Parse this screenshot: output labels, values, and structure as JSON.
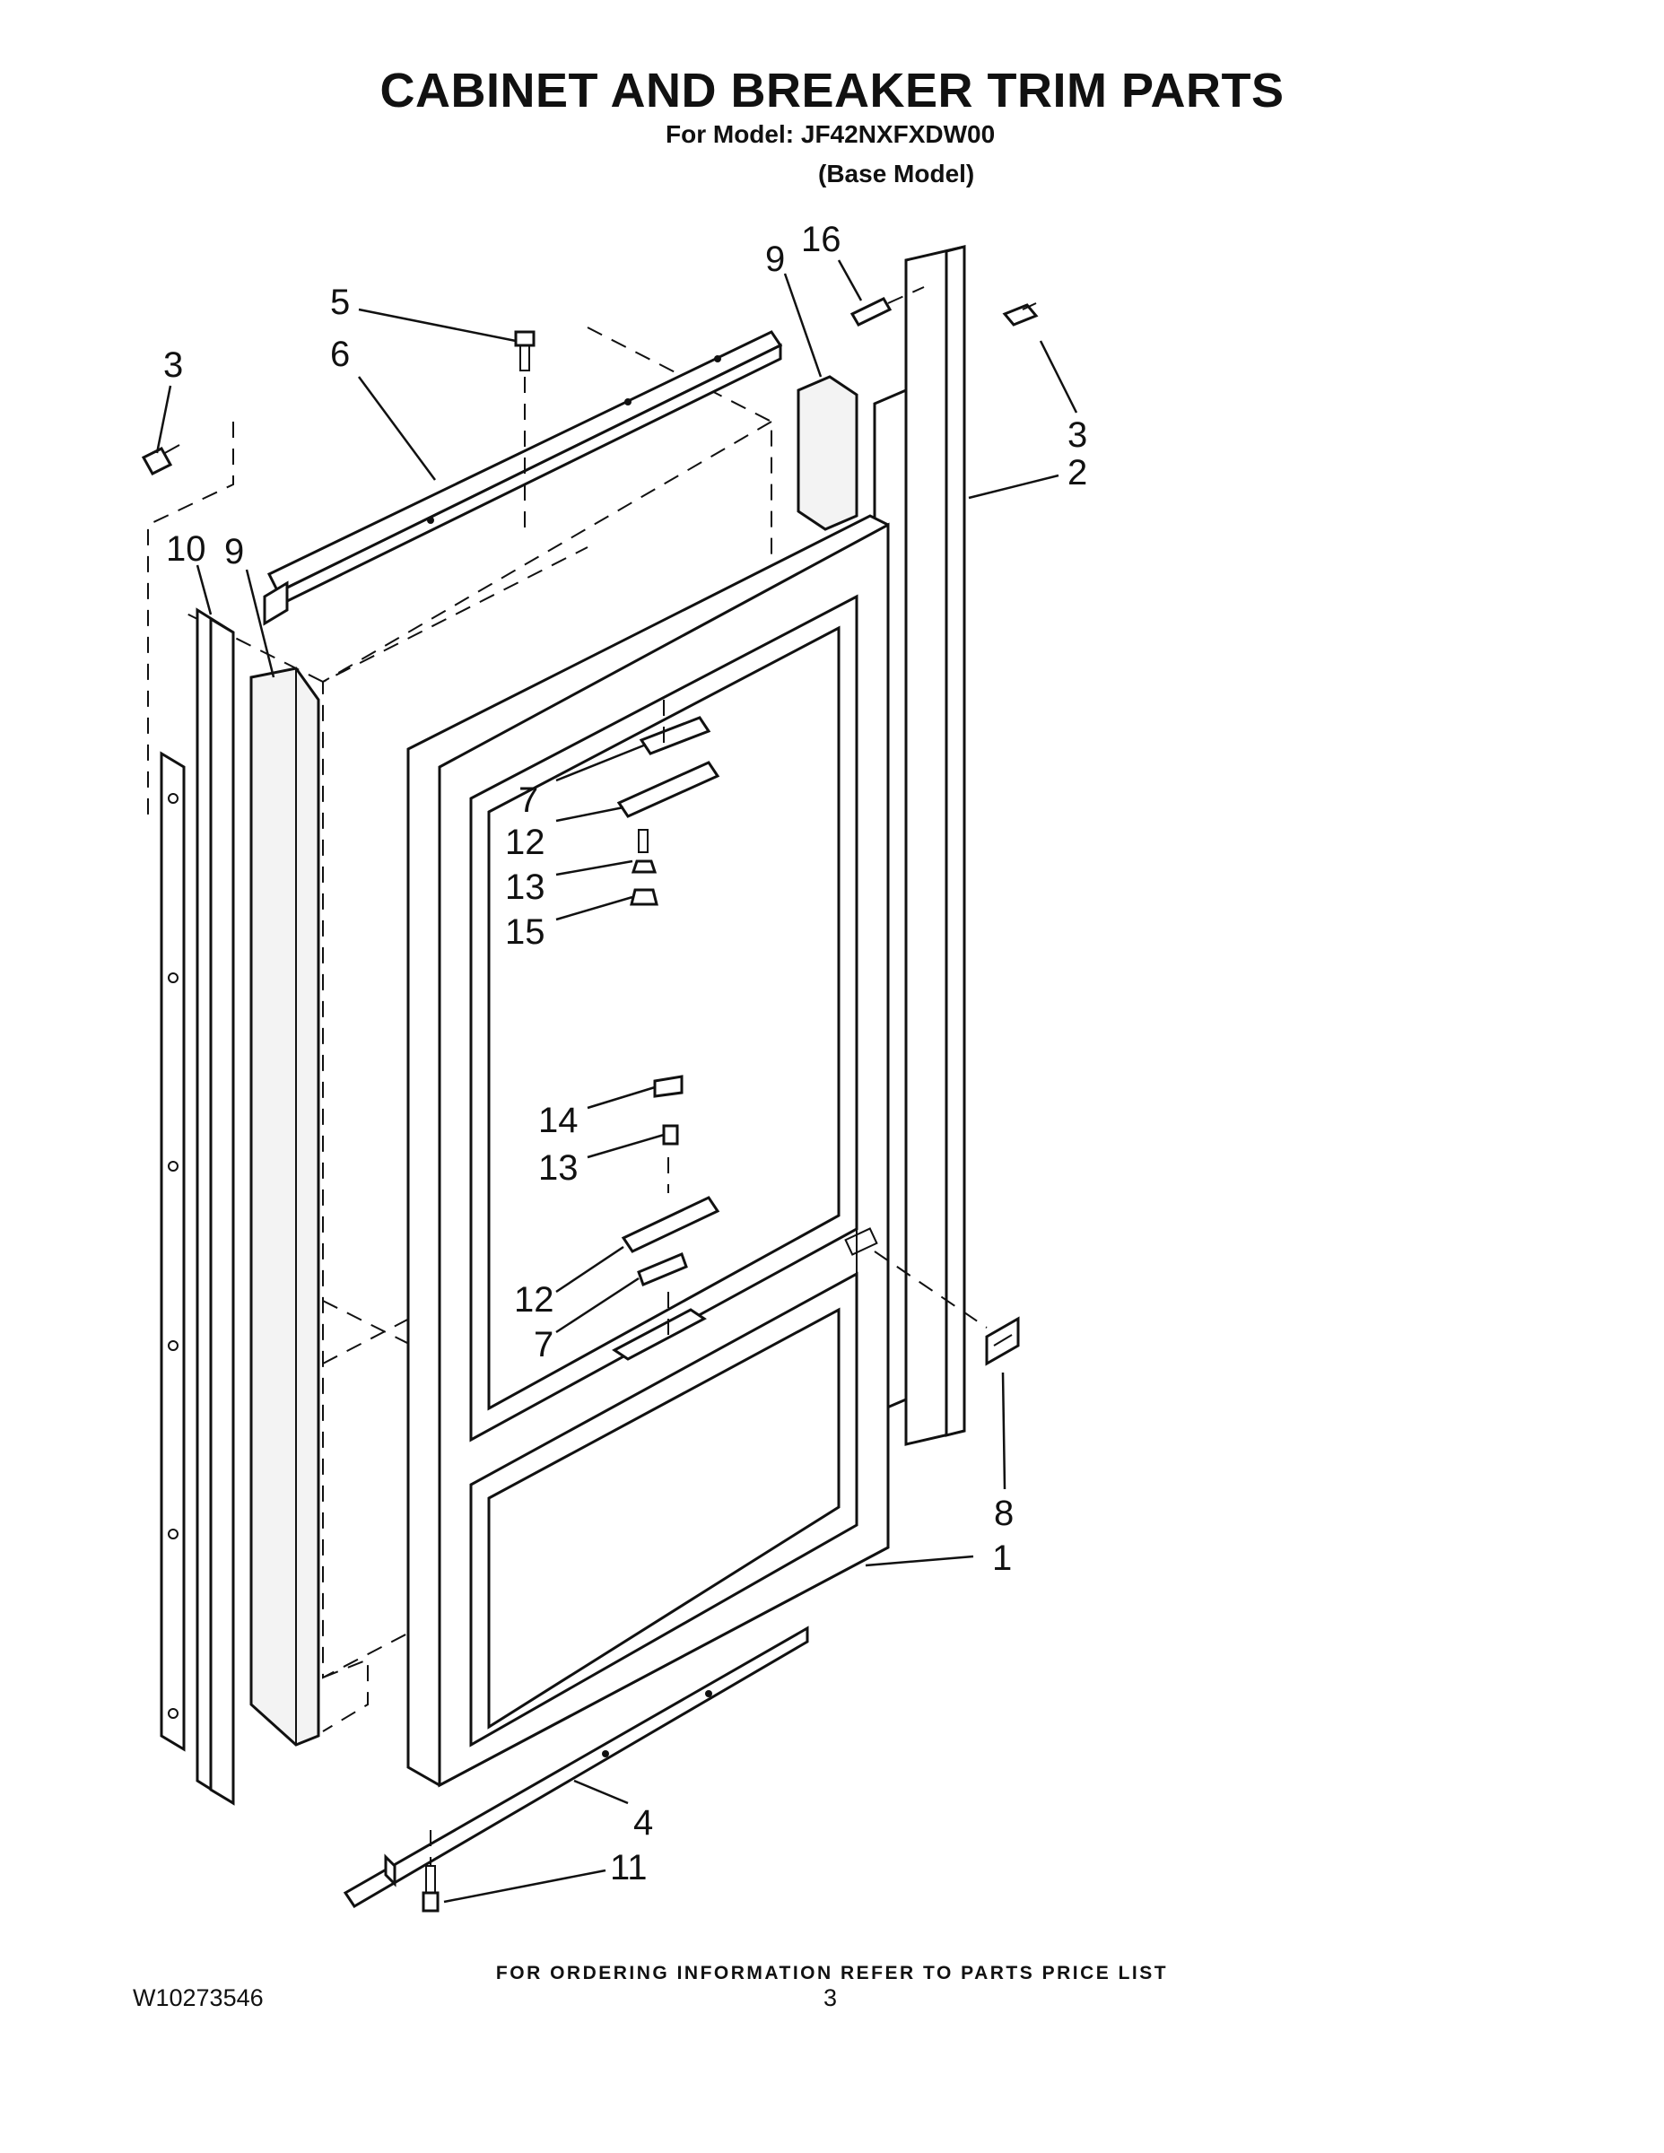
{
  "header": {
    "title": "CABINET AND BREAKER TRIM PARTS",
    "model_line": "For Model: JF42NXFXDW00",
    "model_variant": "(Base Model)"
  },
  "callouts": {
    "c1": "1",
    "c2": "2",
    "c3_left": "3",
    "c3_right": "3",
    "c4": "4",
    "c5": "5",
    "c6": "6",
    "c7_upper": "7",
    "c7_lower": "7",
    "c8": "8",
    "c9_left": "9",
    "c9_right": "9",
    "c10": "10",
    "c11": "11",
    "c12_upper": "12",
    "c12_lower": "12",
    "c13_upper": "13",
    "c13_lower": "13",
    "c14": "14",
    "c15": "15",
    "c16": "16"
  },
  "footer": {
    "ordering_note": "FOR ORDERING INFORMATION REFER TO PARTS PRICE LIST",
    "document_number": "W10273546",
    "page_number": "3"
  }
}
